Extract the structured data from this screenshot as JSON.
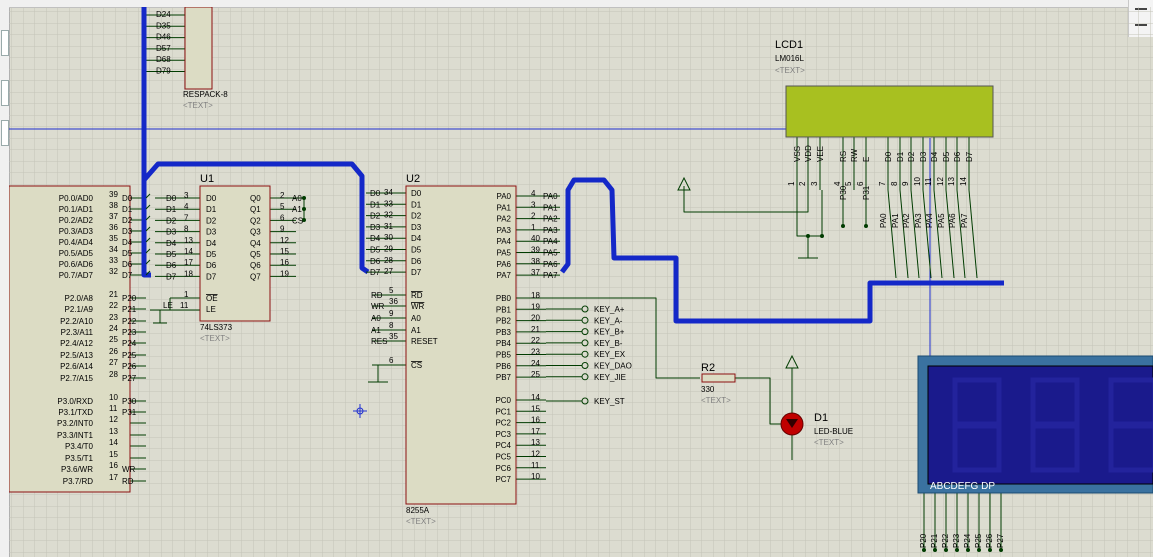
{
  "colors": {
    "background": "#dcdcd0",
    "grid": "#c2c2b6",
    "wire": "#003c00",
    "bus": "#1428c8",
    "chip_fill": "#dcdcc4",
    "chip_border": "#8b1010",
    "label": "#000000",
    "hint": "#808080",
    "lcd_screen": "#a8c020",
    "seg_frame": "#2a6a9a",
    "seg_screen": "#1a1a8c",
    "led": "#c00000"
  },
  "respack": {
    "pins": [
      "D24",
      "D35",
      "D46",
      "D57",
      "D68",
      "D79"
    ],
    "name": "RESPACK-8",
    "text": "<TEXT>"
  },
  "lcd": {
    "ref": "LCD1",
    "model": "LM016L",
    "text": "<TEXT>",
    "pin_names": [
      "VSS",
      "VDD",
      "VEE",
      "RS",
      "RW",
      "E",
      "D0",
      "D1",
      "D2",
      "D3",
      "D4",
      "D5",
      "D6",
      "D7"
    ],
    "pin_nums": [
      "1",
      "2",
      "3",
      "4",
      "5",
      "6",
      "7",
      "8",
      "9",
      "10",
      "11",
      "12",
      "13",
      "14"
    ],
    "net_rs": "P30",
    "net_e": "P31",
    "pa_labels": [
      "PA0",
      "PA1",
      "PA2",
      "PA3",
      "PA4",
      "PA5",
      "PA6",
      "PA7"
    ]
  },
  "mcu": {
    "pins": [
      {
        "name": "P0.0/AD0",
        "num": "39",
        "net": "D0"
      },
      {
        "name": "P0.1/AD1",
        "num": "38",
        "net": "D1"
      },
      {
        "name": "P0.2/AD2",
        "num": "37",
        "net": "D2"
      },
      {
        "name": "P0.3/AD3",
        "num": "36",
        "net": "D3"
      },
      {
        "name": "P0.4/AD4",
        "num": "35",
        "net": "D4"
      },
      {
        "name": "P0.5/AD5",
        "num": "34",
        "net": "D5"
      },
      {
        "name": "P0.6/AD6",
        "num": "33",
        "net": "D6"
      },
      {
        "name": "P0.7/AD7",
        "num": "32",
        "net": "D7"
      },
      {
        "name": "P2.0/A8",
        "num": "21",
        "net": "P20"
      },
      {
        "name": "P2.1/A9",
        "num": "22",
        "net": "P21"
      },
      {
        "name": "P2.2/A10",
        "num": "23",
        "net": "P22"
      },
      {
        "name": "P2.3/A11",
        "num": "24",
        "net": "P23"
      },
      {
        "name": "P2.4/A12",
        "num": "25",
        "net": "P24"
      },
      {
        "name": "P2.5/A13",
        "num": "26",
        "net": "P25"
      },
      {
        "name": "P2.6/A14",
        "num": "27",
        "net": "P26"
      },
      {
        "name": "P2.7/A15",
        "num": "28",
        "net": "P27"
      },
      {
        "name": "P3.0/RXD",
        "num": "10",
        "net": "P30"
      },
      {
        "name": "P3.1/TXD",
        "num": "11",
        "net": "P31"
      },
      {
        "name": "P3.2/INT0",
        "num": "12",
        "net": ""
      },
      {
        "name": "P3.3/INT1",
        "num": "13",
        "net": ""
      },
      {
        "name": "P3.4/T0",
        "num": "14",
        "net": ""
      },
      {
        "name": "P3.5/T1",
        "num": "15",
        "net": ""
      },
      {
        "name": "P3.6/WR",
        "num": "16",
        "net": "WR"
      },
      {
        "name": "P3.7/RD",
        "num": "17",
        "net": "RD"
      }
    ]
  },
  "latch": {
    "ref": "U1",
    "model": "74LS373",
    "text": "<TEXT>",
    "d_names": [
      "D0",
      "D1",
      "D2",
      "D3",
      "D4",
      "D5",
      "D6",
      "D7"
    ],
    "d_nums": [
      "3",
      "4",
      "7",
      "8",
      "13",
      "14",
      "17",
      "18"
    ],
    "d_nets": [
      "D0",
      "D1",
      "D2",
      "D3",
      "D4",
      "D5",
      "D6",
      "D7"
    ],
    "q_names": [
      "Q0",
      "Q1",
      "Q2",
      "Q3",
      "Q4",
      "Q5",
      "Q6",
      "Q7"
    ],
    "q_nums": [
      "2",
      "5",
      "6",
      "9",
      "12",
      "15",
      "16",
      "19"
    ],
    "q_nets": [
      "A0",
      "A1",
      "CS"
    ],
    "oe": "OE",
    "le": "LE",
    "oe_num": "1",
    "le_num": "11",
    "le_net": "LE"
  },
  "ppi": {
    "ref": "U2",
    "model": "8255A",
    "text": "<TEXT>",
    "d_names": [
      "D0",
      "D1",
      "D2",
      "D3",
      "D4",
      "D5",
      "D6",
      "D7"
    ],
    "d_nums": [
      "34",
      "33",
      "32",
      "31",
      "30",
      "29",
      "28",
      "27"
    ],
    "d_nets": [
      "D0",
      "D1",
      "D2",
      "D3",
      "D4",
      "D5",
      "D6",
      "D7"
    ],
    "ctl_names": [
      "RD",
      "WR",
      "A0",
      "A1",
      "RESET",
      "CS"
    ],
    "ctl_nums": [
      "5",
      "36",
      "9",
      "8",
      "35",
      "6"
    ],
    "ctl_nets": [
      "RD",
      "WR",
      "A0",
      "A1",
      "RES",
      "CS"
    ],
    "pa_names": [
      "PA0",
      "PA1",
      "PA2",
      "PA3",
      "PA4",
      "PA5",
      "PA6",
      "PA7"
    ],
    "pa_nums": [
      "4",
      "3",
      "2",
      "1",
      "40",
      "39",
      "38",
      "37"
    ],
    "pa_nets": [
      "PA0",
      "PA1",
      "PA2",
      "PA3",
      "PA4",
      "PA5",
      "PA6",
      "PA7"
    ],
    "pb_names": [
      "PB0",
      "PB1",
      "PB2",
      "PB3",
      "PB4",
      "PB5",
      "PB6",
      "PB7"
    ],
    "pb_nums": [
      "18",
      "19",
      "20",
      "21",
      "22",
      "23",
      "24",
      "25"
    ],
    "pc_names": [
      "PC0",
      "PC1",
      "PC2",
      "PC3",
      "PC4",
      "PC5",
      "PC6",
      "PC7"
    ],
    "pc_nums": [
      "14",
      "15",
      "16",
      "17",
      "13",
      "12",
      "11",
      "10"
    ]
  },
  "keys": [
    "KEY_A+",
    "KEY_A-",
    "KEY_B+",
    "KEY_B-",
    "KEY_EX",
    "KEY_DAO",
    "KEY_JIE"
  ],
  "key_st": "KEY_ST",
  "resistor": {
    "ref": "R2",
    "value": "330",
    "text": "<TEXT>"
  },
  "led": {
    "ref": "D1",
    "model": "LED-BLUE",
    "text": "<TEXT>"
  },
  "seg_display": {
    "segments_label": "ABCDEFG  DP",
    "nets": [
      "P20",
      "P21",
      "P22",
      "P23",
      "P24",
      "P25",
      "P26",
      "P27"
    ]
  }
}
